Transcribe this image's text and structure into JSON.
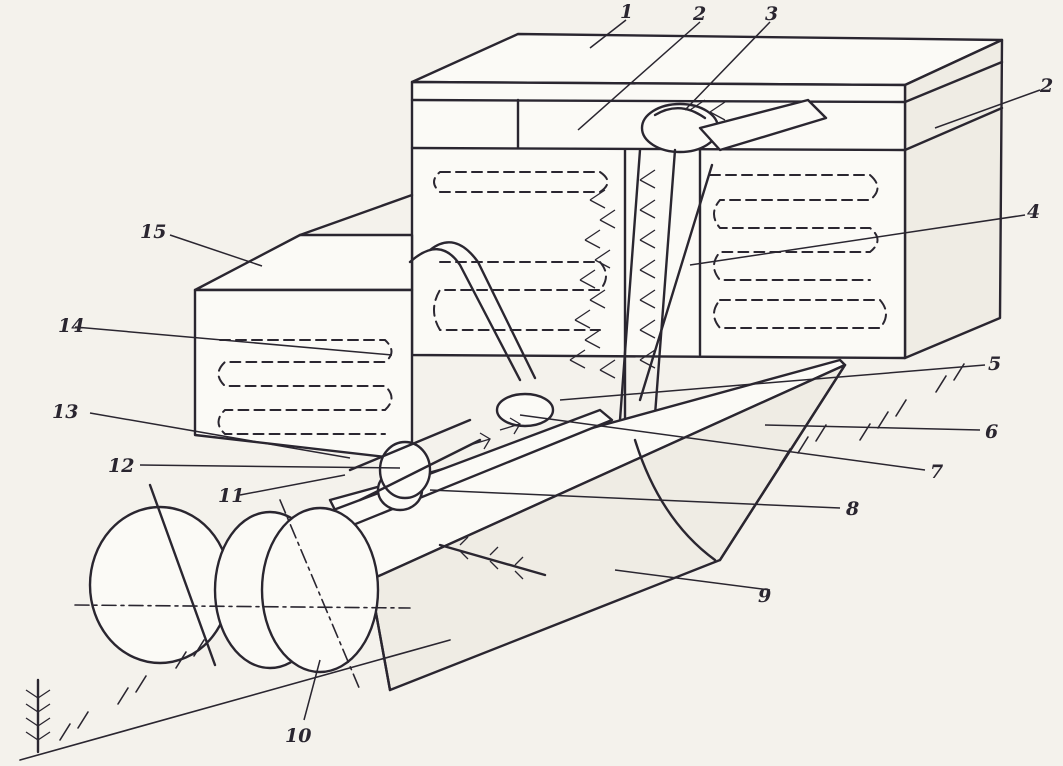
{
  "labels": [
    {
      "id": "1",
      "text": "1"
    },
    {
      "id": "2a",
      "text": "2"
    },
    {
      "id": "2b",
      "text": "2"
    },
    {
      "id": "3",
      "text": "3"
    },
    {
      "id": "4",
      "text": "4"
    },
    {
      "id": "5",
      "text": "5"
    },
    {
      "id": "6",
      "text": "6"
    },
    {
      "id": "7",
      "text": "7"
    },
    {
      "id": "8",
      "text": "8"
    },
    {
      "id": "9",
      "text": "9"
    },
    {
      "id": "10",
      "text": "10"
    },
    {
      "id": "11",
      "text": "11"
    },
    {
      "id": "12",
      "text": "12"
    },
    {
      "id": "13",
      "text": "13"
    },
    {
      "id": "14",
      "text": "14"
    },
    {
      "id": "15",
      "text": "15"
    }
  ],
  "colors": {
    "ink": "#2a2630",
    "paper": "#f4f2ec"
  }
}
